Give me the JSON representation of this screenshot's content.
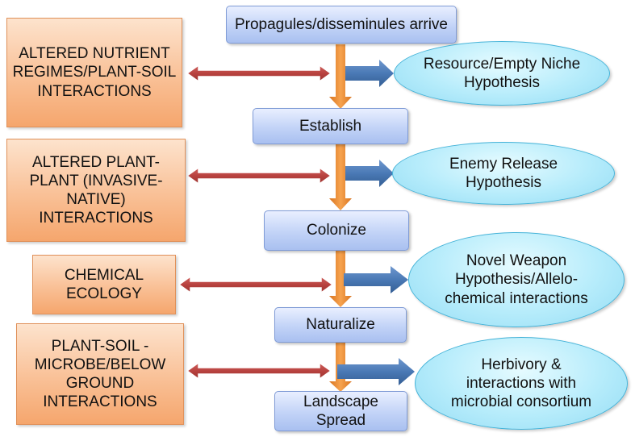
{
  "stages": [
    {
      "label": "Propagules/disseminules arrive"
    },
    {
      "label": "Establish"
    },
    {
      "label": "Colonize"
    },
    {
      "label": "Naturalize"
    },
    {
      "label": "Landscape Spread"
    }
  ],
  "factors": [
    {
      "label": "ALTERED NUTRIENT REGIMES/PLANT-SOIL INTERACTIONS"
    },
    {
      "label": "ALTERED PLANT-PLANT (INVASIVE-NATIVE) INTERACTIONS"
    },
    {
      "label": "CHEMICAL ECOLOGY"
    },
    {
      "label": "PLANT-SOIL -MICROBE/BELOW GROUND INTERACTIONS"
    }
  ],
  "hypotheses": [
    {
      "label": "Resource/Empty Niche Hypothesis"
    },
    {
      "label": "Enemy Release Hypothesis"
    },
    {
      "label": "Novel Weapon Hypothesis/Allelo-chemical interactions"
    },
    {
      "label": "Herbivory & interactions with microbial consortium"
    }
  ],
  "colors": {
    "stage_arrow": "#e8892f",
    "factor_arrow": "#c0504d",
    "hypothesis_arrow": "#4f81bd"
  }
}
